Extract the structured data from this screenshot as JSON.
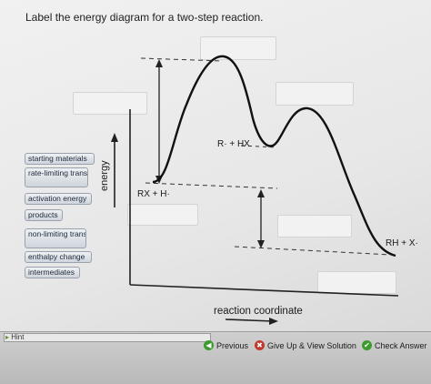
{
  "instruction": "Label the energy diagram for a two-step reaction.",
  "labels": [
    {
      "text": "starting materials"
    },
    {
      "text": "rate-limiting transition state"
    },
    {
      "text": "activation energy"
    },
    {
      "text": "products"
    },
    {
      "text": "non-limiting transition state"
    },
    {
      "text": "enthalpy change"
    },
    {
      "text": "intermediates"
    }
  ],
  "diagram": {
    "y_axis_label": "energy",
    "x_axis_label": "reaction coordinate",
    "species": {
      "reactant": "RX + H·",
      "intermediate": "R· + HX",
      "product": "RH + X·"
    }
  },
  "footer": {
    "hint": "Hint",
    "previous": "Previous",
    "give_up": "Give Up & View Solution",
    "check": "Check Answer"
  },
  "colors": {
    "check_green": "#3c9a2e",
    "giveup_red": "#c0392b",
    "tile_text": "#1d2a3a"
  }
}
